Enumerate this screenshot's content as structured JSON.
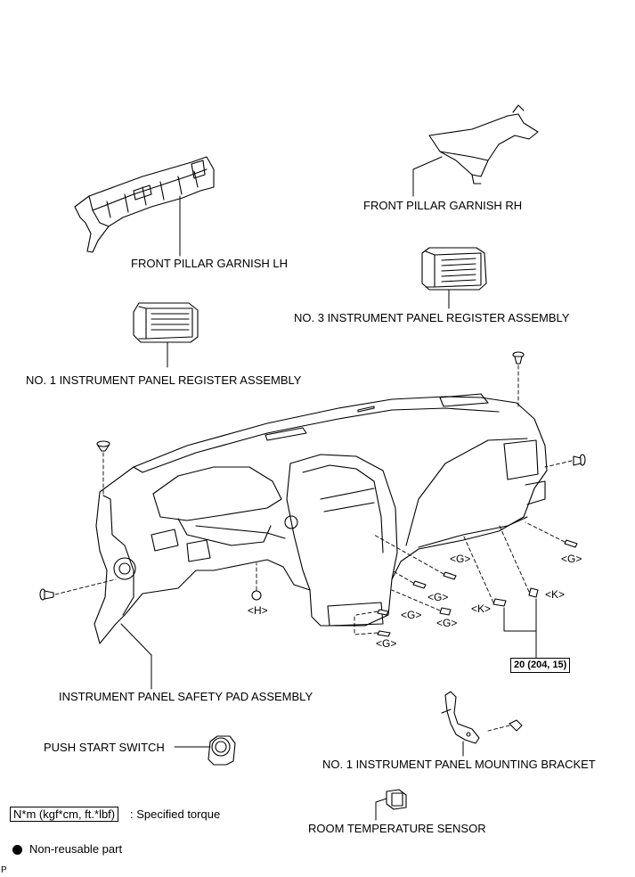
{
  "labels": {
    "front_pillar_garnish_rh": "FRONT PILLAR GARNISH RH",
    "front_pillar_garnish_lh": "FRONT PILLAR GARNISH LH",
    "no3_register": "NO. 3 INSTRUMENT PANEL REGISTER ASSEMBLY",
    "no1_register": "NO. 1 INSTRUMENT PANEL REGISTER ASSEMBLY",
    "safety_pad": "INSTRUMENT PANEL SAFETY PAD ASSEMBLY",
    "push_start": "PUSH START SWITCH",
    "mounting_bracket": "NO. 1 INSTRUMENT PANEL MOUNTING BRACKET",
    "room_temp_sensor": "ROOM TEMPERATURE SENSOR"
  },
  "fastener_codes": {
    "g": "<G>",
    "h": "<H>",
    "k": "<K>"
  },
  "torque_value": "20 (204, 15)",
  "legend": {
    "torque_units": "N*m (kgf*cm, ft.*lbf)",
    "torque_text": ": Specified torque",
    "non_reusable_text": "Non-reusable part"
  },
  "page_mark": "P"
}
